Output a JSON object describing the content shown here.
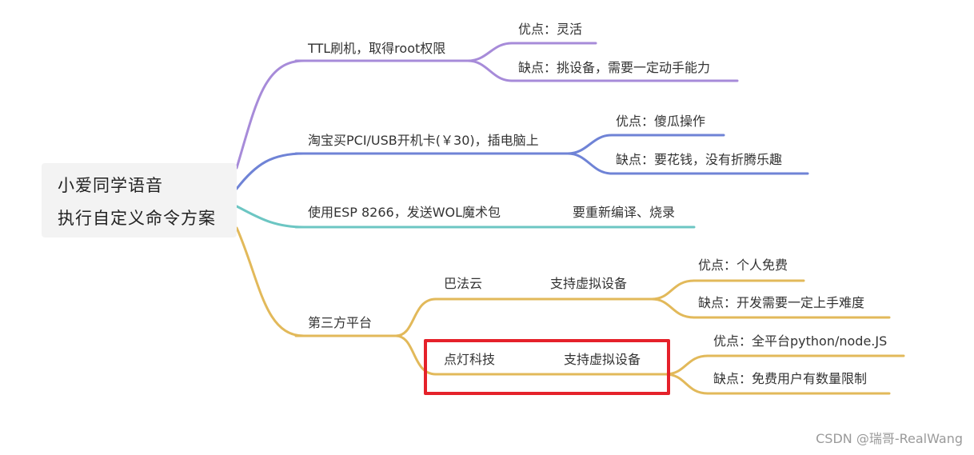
{
  "root": {
    "line1": "小爱同学语音",
    "line2": "执行自定义命令方案"
  },
  "branches": {
    "ttl": {
      "label": "TTL刷机，取得root权限",
      "color": "#a78bd9",
      "pro": "优点：灵活",
      "con": "缺点：挑设备，需要一定动手能力"
    },
    "pci": {
      "label": "淘宝买PCI/USB开机卡(￥30)，插电脑上",
      "color": "#6f83d6",
      "pro": "优点：傻瓜操作",
      "con": "缺点：要花钱，没有折腾乐趣"
    },
    "esp": {
      "label": "使用ESP 8266，发送WOL魔术包",
      "color": "#6cc6c3",
      "note": "要重新编译、烧录"
    },
    "third": {
      "label": "第三方平台",
      "color": "#e2b95a",
      "bafa": {
        "label": "巴法云",
        "sub": "支持虚拟设备",
        "pro": "优点：个人免费",
        "con": "缺点：开发需要一定上手难度"
      },
      "diandeng": {
        "label": "点灯科技",
        "sub": "支持虚拟设备",
        "pro": "优点：全平台python/node.JS",
        "con": "缺点：免费用户有数量限制"
      }
    }
  },
  "highlight_color": "#e5212a",
  "watermark": "CSDN @瑞哥-RealWang"
}
